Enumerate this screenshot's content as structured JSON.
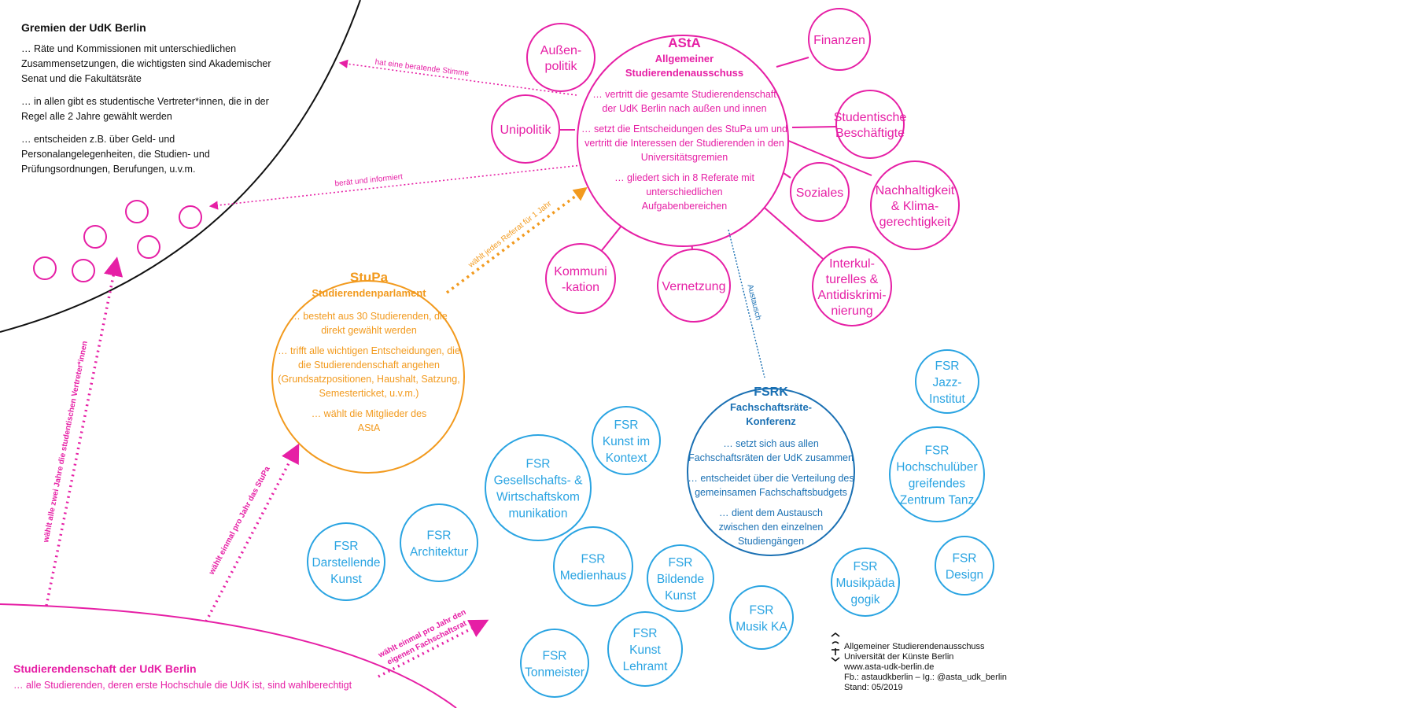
{
  "gremien": {
    "title": "Gremien der UdK Berlin",
    "paragraphs": [
      [
        "… Räte und Kommissionen mit unterschiedlichen",
        "Zusammensetzungen, die wichtigsten sind Akademischer",
        "Senat und die Fakultätsräte"
      ],
      [
        "… in allen gibt es studentische Vertreter*innen, die in der",
        "Regel alle 2 Jahre gewählt werden"
      ],
      [
        "… entscheiden z.B. über Geld- und",
        "Personalangelegenheiten, die Studien- und",
        "Prüfungsordnungen, Berufungen, u.v.m."
      ]
    ]
  },
  "asta": {
    "title": "AStA",
    "subtitle": [
      "Allgemeiner",
      "Studierendenausschuss"
    ],
    "lines": [
      "… vertritt die gesamte Studierendenschaft",
      "der UdK Berlin nach außen und innen",
      "",
      "… setzt die Entscheidungen des StuPa um und",
      "vertritt die Interessen der Studierenden in den",
      "Universitätsgremien",
      "",
      "… gliedert sich in 8 Referate mit",
      "unterschiedlichen",
      "Aufgabenbereichen"
    ],
    "referate": [
      {
        "name": "aussenpolitik",
        "lines": [
          "Außen-",
          "politik"
        ]
      },
      {
        "name": "finanzen",
        "lines": [
          "Finanzen"
        ]
      },
      {
        "name": "unipolitik",
        "lines": [
          "Unipolitik"
        ]
      },
      {
        "name": "studentische-beschaeftigte",
        "lines": [
          "Studentische",
          "Beschäftigte"
        ]
      },
      {
        "name": "soziales",
        "lines": [
          "Soziales"
        ]
      },
      {
        "name": "nachhaltigkeit",
        "lines": [
          "Nachhaltigkeit",
          "& Klima-",
          "gerechtigkeit"
        ]
      },
      {
        "name": "kommunikation",
        "lines": [
          "Kommuni",
          "-kation"
        ]
      },
      {
        "name": "vernetzung",
        "lines": [
          "Vernetzung"
        ]
      },
      {
        "name": "interkulturelles",
        "lines": [
          "Interkul-",
          "turelles &",
          "Antidiskrimi-",
          "nierung"
        ]
      }
    ]
  },
  "stupa": {
    "title": "StuPa",
    "subtitle": "Studierendenparlament",
    "lines": [
      "… besteht aus 30 Studierenden, die",
      "direkt gewählt werden",
      "",
      "… trifft alle wichtigen Entscheidungen, die",
      "die Studierendenschaft angehen",
      "(Grundsatzpositionen, Haushalt, Satzung,",
      "Semesterticket, u.v.m.)",
      "",
      "… wählt die Mitglieder des",
      "AStA"
    ]
  },
  "fsrk": {
    "title": "FSRK",
    "subtitle": [
      "Fachschaftsräte-",
      "Konferenz"
    ],
    "lines": [
      "… setzt sich aus allen",
      "Fachschaftsräten der UdK zusammen",
      "",
      "… entscheidet über die Verteilung des",
      "gemeinsamen Fachschaftsbudgets",
      "",
      "… dient dem Austausch",
      "zwischen den einzelnen",
      "Studiengängen"
    ]
  },
  "fsr": [
    {
      "name": "darstellende-kunst",
      "lines": [
        "FSR",
        "Darstellende",
        "Kunst"
      ]
    },
    {
      "name": "architektur",
      "lines": [
        "FSR",
        "Architektur"
      ]
    },
    {
      "name": "gesellschafts",
      "lines": [
        "FSR",
        "Gesellschafts- &",
        "Wirtschaftskom",
        "munikation"
      ]
    },
    {
      "name": "kunst-im-kontext",
      "lines": [
        "FSR",
        "Kunst im",
        "Kontext"
      ]
    },
    {
      "name": "medienhaus",
      "lines": [
        "FSR",
        "Medienhaus"
      ]
    },
    {
      "name": "bildende-kunst",
      "lines": [
        "FSR",
        "Bildende",
        "Kunst"
      ]
    },
    {
      "name": "musik-ka",
      "lines": [
        "FSR",
        "Musik KA"
      ]
    },
    {
      "name": "kunst-lehramt",
      "lines": [
        "FSR",
        "Kunst",
        "Lehramt"
      ]
    },
    {
      "name": "tonmeister",
      "lines": [
        "FSR",
        "Tonmeister"
      ]
    },
    {
      "name": "jazz-institut",
      "lines": [
        "FSR",
        "Jazz-",
        "Institut"
      ]
    },
    {
      "name": "zentrum-tanz",
      "lines": [
        "FSR",
        "Hochschulüber",
        "greifendes",
        "Zentrum Tanz"
      ]
    },
    {
      "name": "musikpaedagogik",
      "lines": [
        "FSR",
        "Musikpäda",
        "gogik"
      ]
    },
    {
      "name": "design",
      "lines": [
        "FSR",
        "Design"
      ]
    }
  ],
  "arrows": {
    "beratende_stimme": "hat eine beratende Stimme",
    "beraet": "berät und informiert",
    "waehlt_referat": "wählt jedes Referat für 1 Jahr",
    "austausch": "Austausch",
    "waehlt_vertreter": "wählt alle zwei Jahre die studentischen Vertreter*innen",
    "waehlt_stupa": "wählt einmal pro Jahr das StuPa",
    "waehlt_fachschaftsrat": [
      "wählt einmal pro Jahr den",
      "eigenen Fachschaftsrat"
    ]
  },
  "studierendenschaft": {
    "title": "Studierendenschaft der UdK Berlin",
    "text": "… alle Studierenden, deren erste Hochschule die UdK ist, sind wahlberechtigt"
  },
  "footer": {
    "logo": "AStA",
    "lines": [
      "Allgemeiner Studierendenausschuss",
      "Universität der Künste Berlin",
      "www.asta-udk-berlin.de",
      "Fb.: astaudkberlin – Ig.: @asta_udk_berlin",
      "Stand: 05/2019"
    ]
  },
  "colors": {
    "magenta": "#e61fa5",
    "orange": "#f29a1e",
    "blue": "#2aa4e2",
    "dark_blue": "#1a70b3",
    "black": "#111111"
  }
}
